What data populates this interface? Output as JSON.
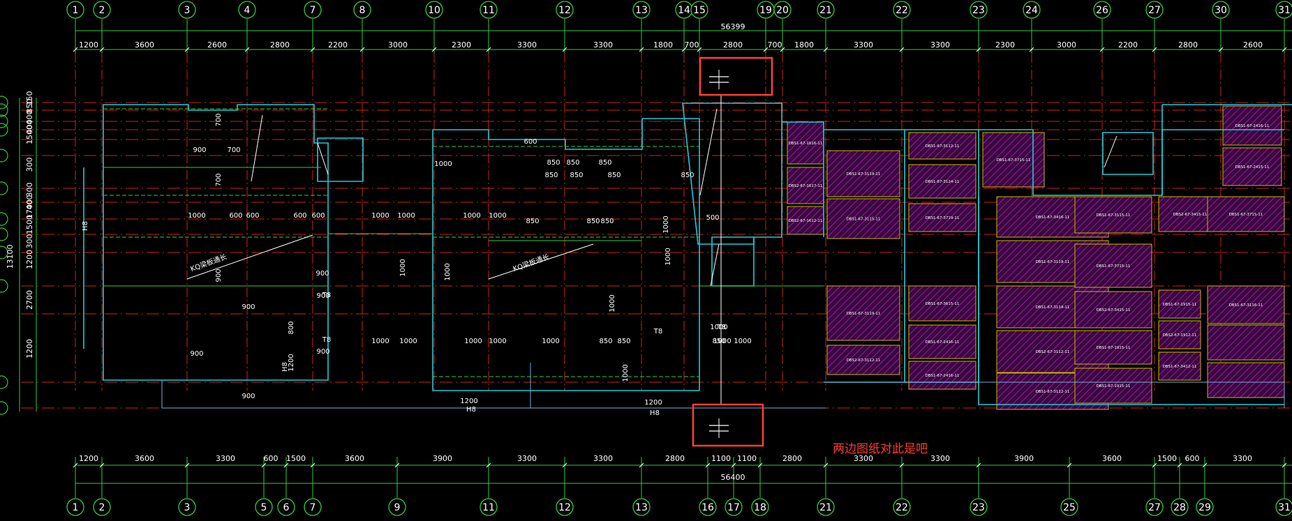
{
  "colors": {
    "background": "#000000",
    "axis_red": "#c8231a",
    "dim_green": "#2ecc40",
    "wall_cyan": "#20c8d8",
    "wall_yellow": "#c8b400",
    "slab_magenta": "#c020c0",
    "highlight": "#ff4030",
    "note_red": "#ff3b2f"
  },
  "top_axes": [
    "1",
    "2",
    "3",
    "4",
    "7",
    "8",
    "10",
    "11",
    "12",
    "13",
    "14",
    "15",
    "19",
    "20",
    "21",
    "22",
    "23",
    "24",
    "26",
    "27",
    "30",
    "31"
  ],
  "bottom_axes": [
    "1",
    "2",
    "3",
    "5",
    "6",
    "7",
    "9",
    "11",
    "12",
    "13",
    "16",
    "17",
    "18",
    "21",
    "22",
    "23",
    "25",
    "27",
    "28",
    "29",
    "31"
  ],
  "top_total": "56399",
  "bottom_total": "56400",
  "top_dims": [
    "1200",
    "3600",
    "2600",
    "2800",
    "2200",
    "3000",
    "2300",
    "3300",
    "3300",
    "1800",
    "700",
    "2800",
    "700",
    "1800",
    "3300",
    "3300",
    "2300",
    "3000",
    "2200",
    "2800",
    "2600"
  ],
  "bottom_dims": [
    "1200",
    "3600",
    "3300",
    "600",
    "1500",
    "3600",
    "3900",
    "3300",
    "3300",
    "2800",
    "1100",
    "1100",
    "2800",
    "3300",
    "3300",
    "3900",
    "3600",
    "1500",
    "600",
    "3300"
  ],
  "left_dims": [
    "150",
    "850",
    "400",
    "400",
    "1500",
    "300",
    "1700",
    "300",
    "400",
    "1500",
    "300",
    "1200",
    "2700",
    "1200"
  ],
  "left_total": "13100",
  "wall_labels": [
    "700",
    "700",
    "900",
    "700",
    "1000",
    "600",
    "600",
    "600",
    "600",
    "1000",
    "1000",
    "1000",
    "1000",
    "1000",
    "600",
    "850",
    "850",
    "850",
    "850",
    "850",
    "850",
    "850",
    "850",
    "850",
    "850",
    "500",
    "1000",
    "1000",
    "1000",
    "1000",
    "H8",
    "T8",
    "T8",
    "T8",
    "T8",
    "900",
    "900",
    "900",
    "900",
    "900",
    "900",
    "900",
    "800",
    "1200",
    "H8",
    "1000",
    "1000",
    "1000",
    "1000",
    "1000",
    "1000",
    "850",
    "850",
    "850",
    "1000",
    "1000",
    "1000",
    "1000",
    "H8",
    "1200",
    "H8",
    "1200",
    "KQ梁板通长",
    "KQ梁板通长"
  ],
  "slab_labels": [
    "DBS1-67-2416-11",
    "DBS1-67-2415-11",
    "DBS1-67-1616-11",
    "DBS2-67-1617-11",
    "DBS2-67-1612-11",
    "DBS1-67-3119-11",
    "DBS1-67-3115-11",
    "DBS1-67-3119-11",
    "DBS2-67-3112-11",
    "DBS1-67-3112-11",
    "DBS1-67-3124-11",
    "DBS1-67-3719-11",
    "DBS1-67-3615-11",
    "DBS1-67-2416-11",
    "DBS1-67-2416-11",
    "DBS1-67-3715-11",
    "DBS1-67-3416-11",
    "DBS1-67-3119-11",
    "DBS1-67-3119-11",
    "DBS2-67-3112-11",
    "DBS1-67-3112-11",
    "DBS1-67-3115-11",
    "DBS1-67-3715-11",
    "DBS2-67-3415-11",
    "DBS1-67-1915-11",
    "DBS1-67-1915-11",
    "DBS2-67-3415-11",
    "DBS1-67-1915-11",
    "DBS2-67-1912-11",
    "DBS1-67-3412-11",
    "DBS1-67-3715-11",
    "DBS1-67-3116-11"
  ],
  "annotation": "两边图纸对此是吧"
}
